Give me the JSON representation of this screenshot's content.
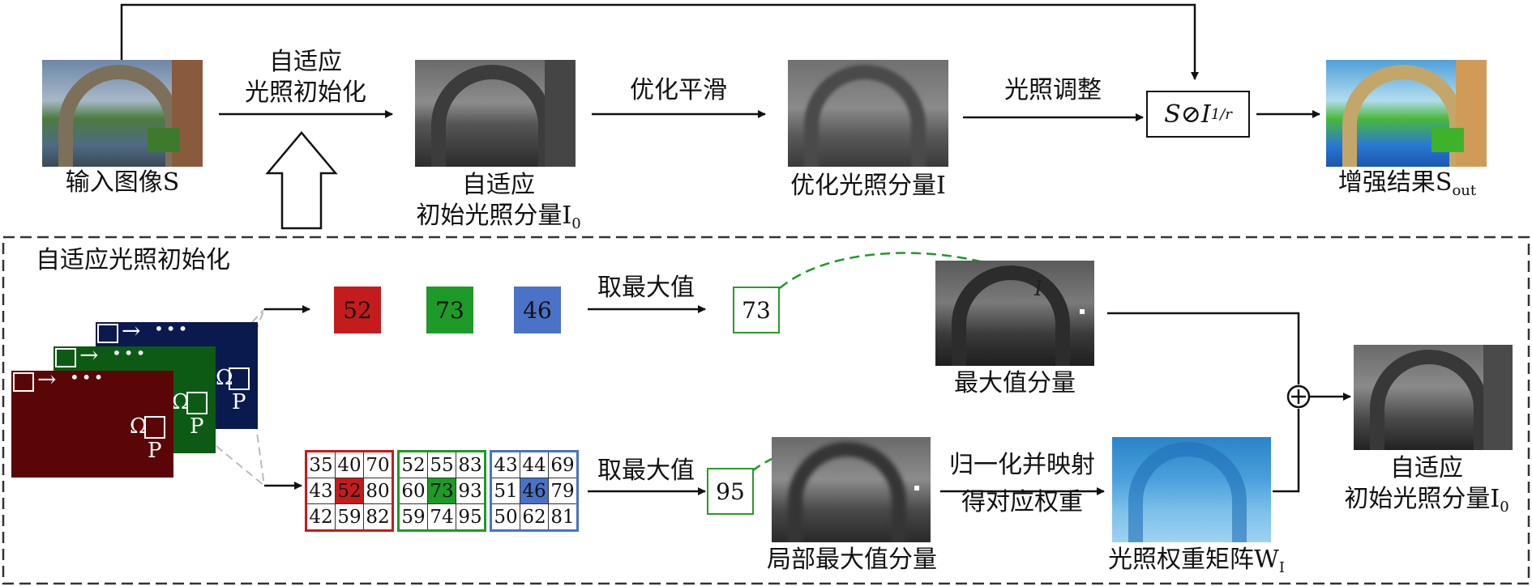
{
  "top": {
    "input_label": "输入图像S",
    "step1_label_line1": "自适应",
    "step1_label_line2": "光照初始化",
    "init_label_line1": "自适应",
    "init_label_line2": "初始光照分量I",
    "init_sub": "0",
    "step2_label": "优化平滑",
    "opt_label": "优化光照分量I",
    "step3_label": "光照调整",
    "operator": "S⊘I",
    "operator_exp": "1/r",
    "result_label": "增强结果S",
    "result_sub": "out"
  },
  "box": {
    "title": "自适应光照初始化",
    "omega": "Ω",
    "p": "P",
    "dots": "•••",
    "swatches": [
      {
        "value": "52",
        "color": "#c41c1c"
      },
      {
        "value": "73",
        "color": "#1d9a28"
      },
      {
        "value": "46",
        "color": "#4a72c6"
      }
    ],
    "take_max_1": "取最大值",
    "max_val_1": "73",
    "max_label": "最大值分量",
    "i_italic": "I",
    "grids": [
      {
        "border": "#c41c1c",
        "hl": "#c41c1c",
        "cells": [
          [
            "35",
            "40",
            "70"
          ],
          [
            "43",
            "52",
            "80"
          ],
          [
            "42",
            "59",
            "82"
          ]
        ]
      },
      {
        "border": "#1d9a28",
        "hl": "#1d9a28",
        "cells": [
          [
            "52",
            "55",
            "83"
          ],
          [
            "60",
            "73",
            "93"
          ],
          [
            "59",
            "74",
            "95"
          ]
        ]
      },
      {
        "border": "#4a72c6",
        "hl": "#4a72c6",
        "cells": [
          [
            "43",
            "44",
            "69"
          ],
          [
            "51",
            "46",
            "79"
          ],
          [
            "50",
            "62",
            "81"
          ]
        ]
      }
    ],
    "take_max_2": "取最大值",
    "max_val_2": "95",
    "local_label": "局部最大值分量",
    "norm_line1": "归一化并映射",
    "norm_line2": "得对应权重",
    "weight_label": "光照权重矩阵W",
    "weight_sub": "I",
    "out_label_line1": "自适应",
    "out_label_line2": "初始光照分量I",
    "out_sub": "0"
  }
}
